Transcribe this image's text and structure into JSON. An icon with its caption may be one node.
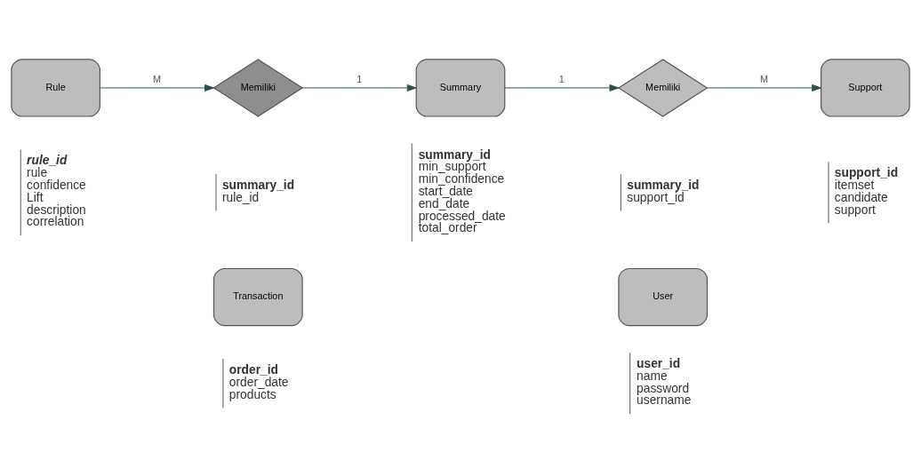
{
  "diagram": {
    "nodes": [
      {
        "text": [
          "Rule"
        ],
        "beside": [
          "rule_id",
          "rule",
          "confidence",
          "Lift",
          "description",
          "correlation"
        ]
      },
      {
        "text": [
          "Memiliki"
        ],
        "beside": [
          "summary_id",
          "rule_id"
        ]
      },
      {
        "text": [
          "Summary"
        ],
        "beside": [
          "summary_id",
          "min_support",
          "min_confidence",
          "start_date",
          "end_date",
          "processed_date",
          "total_order"
        ]
      },
      {
        "text": [
          "Memiliki"
        ],
        "beside": [
          "summary_id",
          "support_id"
        ]
      },
      {
        "text": [
          "Support"
        ],
        "beside": [
          "support_id",
          "itemset",
          "candidate",
          "support"
        ]
      },
      {
        "text": [
          "Transaction"
        ],
        "beside": [
          "order_id",
          "order_date",
          "products"
        ]
      },
      {
        "text": [
          "User"
        ],
        "beside": [
          "user_id",
          "name",
          "password",
          "username"
        ]
      }
    ],
    "edges": [
      {
        "from": 0,
        "to": 1,
        "arrow": "to",
        "label": "M"
      },
      {
        "from": 1,
        "to": 2,
        "arrow": "to",
        "label": "1"
      },
      {
        "from": 2,
        "to": 3,
        "arrow": "to",
        "label": "1"
      },
      {
        "from": 3,
        "to": 4,
        "arrow": "to",
        "label": "M"
      }
    ]
  }
}
